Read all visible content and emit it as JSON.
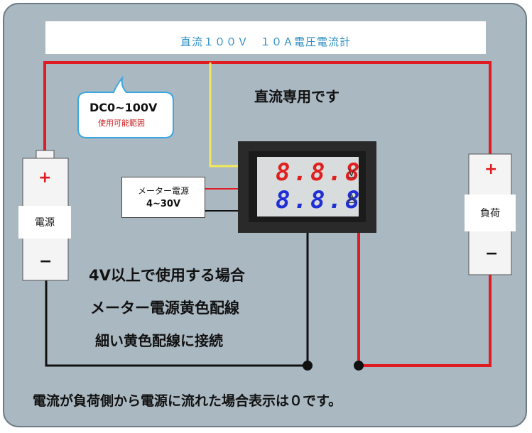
{
  "title": "直流１００Ｖ　１０Ａ電圧電流計",
  "dc_only": "直流専用です",
  "bubble": {
    "range": "DC0~100V",
    "range_note": "使用可能範囲"
  },
  "meter_power": {
    "label": "メーター電源",
    "voltage": "4~30V"
  },
  "battery": {
    "label": "電源",
    "plus": "+",
    "minus": "−"
  },
  "load": {
    "label": "負荷",
    "plus": "+",
    "minus": "−"
  },
  "display": {
    "voltage_digits": "8.8.8",
    "current_digits": "8.8.8",
    "voltage_unit": "V",
    "current_unit": "A"
  },
  "instructions": [
    "4V以上で使用する場合",
    "メーター電源黄色配線",
    "細い黄色配線に接続"
  ],
  "footer": "電流が負荷側から電源に流れた場合表示は０です。",
  "colors": {
    "background": "#aab8c2",
    "wire_red": "#e01b22",
    "wire_black": "#111111",
    "wire_yellow": "#f2ea5a",
    "title_text": "#2d8fc4",
    "digit_red": "#e02020",
    "digit_blue": "#1f2fd6"
  }
}
